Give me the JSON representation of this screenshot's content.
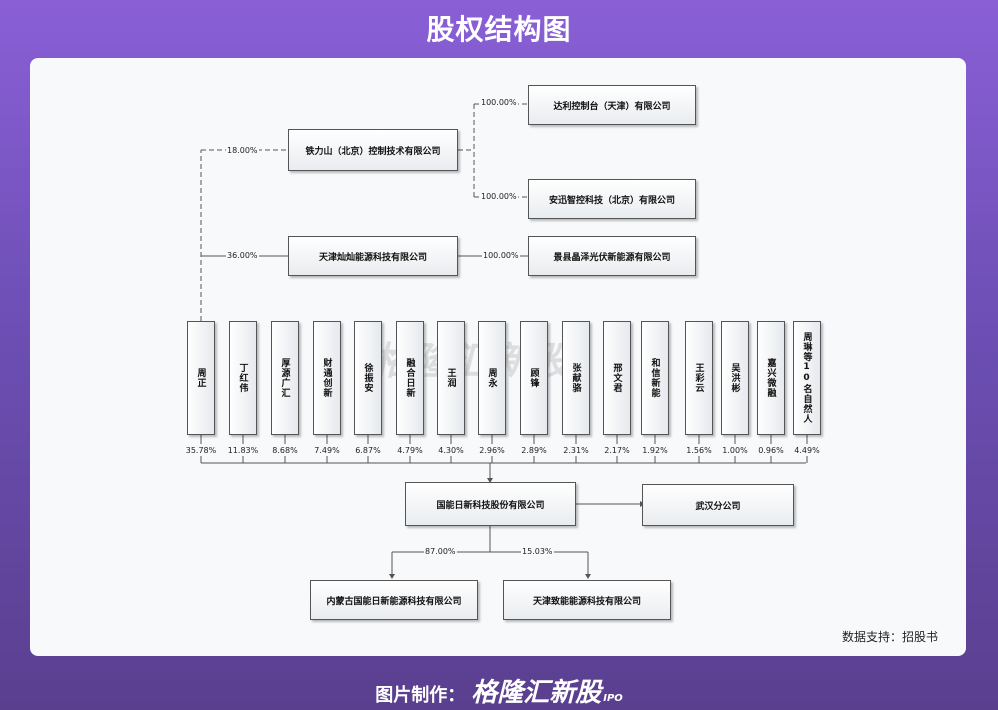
{
  "title": "股权结构图",
  "watermark": "格隆汇新股",
  "source": "数据支持：招股书",
  "footer": {
    "prefix": "图片制作：",
    "brand": "格隆汇新股",
    "ipo": "IPO"
  },
  "top_entities": [
    {
      "name": "铁力山（北京）控制技术有限公司",
      "pct_from_founder": "18.00%"
    },
    {
      "name": "天津灿灿能源科技有限公司",
      "pct_from_founder": "36.00%"
    }
  ],
  "sub_entities": [
    {
      "name": "达利控制台（天津）有限公司",
      "pct": "100.00%"
    },
    {
      "name": "安迅智控科技（北京）有限公司",
      "pct": "100.00%"
    },
    {
      "name": "景县晶泽光伏新能源有限公司",
      "pct": "100.00%"
    }
  ],
  "shareholders": [
    {
      "name": "周正",
      "pct": "35.78%"
    },
    {
      "name": "丁红伟",
      "pct": "11.83%"
    },
    {
      "name": "厚源广汇",
      "pct": "8.68%"
    },
    {
      "name": "财通创新",
      "pct": "7.49%"
    },
    {
      "name": "徐振安",
      "pct": "6.87%"
    },
    {
      "name": "融合日新",
      "pct": "4.79%"
    },
    {
      "name": "王润",
      "pct": "4.30%"
    },
    {
      "name": "周永",
      "pct": "2.96%"
    },
    {
      "name": "顾锋",
      "pct": "2.89%"
    },
    {
      "name": "张献骆",
      "pct": "2.31%"
    },
    {
      "name": "邢文君",
      "pct": "2.17%"
    },
    {
      "name": "和信新能",
      "pct": "1.92%"
    },
    {
      "name": "王彩云",
      "pct": "1.56%"
    },
    {
      "name": "吴洪彬",
      "pct": "1.00%"
    },
    {
      "name": "嘉兴微融",
      "pct": "0.96%"
    },
    {
      "name": "周琳等10名自然人",
      "pct": "4.49%"
    }
  ],
  "company": "国能日新科技股份有限公司",
  "branch": "武汉分公司",
  "subsidiaries": [
    {
      "name": "内蒙古国能日新能源科技有限公司",
      "pct": "87.00%"
    },
    {
      "name": "天津致能能源科技有限公司",
      "pct": "15.03%"
    }
  ]
}
